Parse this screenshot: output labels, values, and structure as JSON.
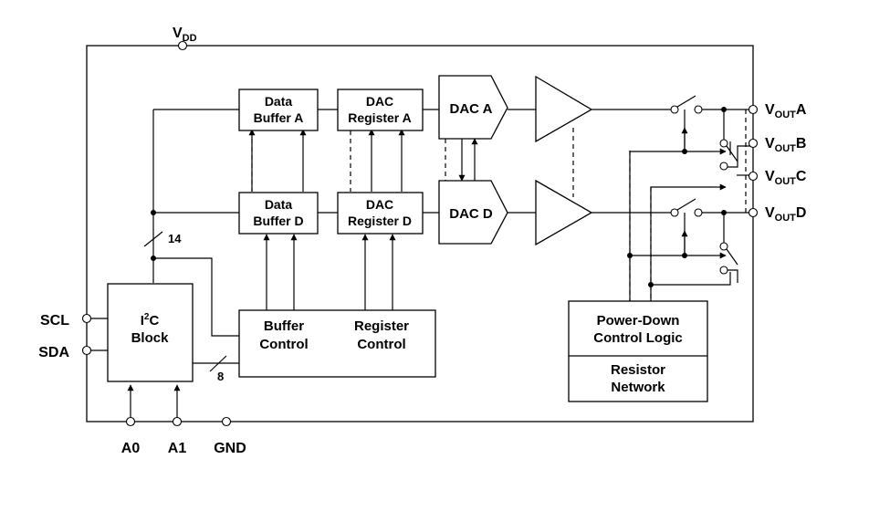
{
  "pins": {
    "vdd_main": "V",
    "vdd_sub": "DD",
    "scl": "SCL",
    "sda": "SDA",
    "a0": "A0",
    "a1": "A1",
    "gnd": "GND",
    "vout_main": "V",
    "vout_sub": "OUT",
    "vout_a_letter": "A",
    "vout_b_letter": "B",
    "vout_c_letter": "C",
    "vout_d_letter": "D"
  },
  "blocks": {
    "data_buffer_a": [
      "Data",
      "Buffer A"
    ],
    "data_buffer_d": [
      "Data",
      "Buffer D"
    ],
    "dac_register_a": [
      "DAC",
      "Register A"
    ],
    "dac_register_d": [
      "DAC",
      "Register D"
    ],
    "dac_a": "DAC A",
    "dac_d": "DAC D",
    "i2c": {
      "prefix": "I",
      "sup": "2",
      "suffix": "C",
      "line2": "Block"
    },
    "buffer_control": [
      "Buffer",
      "Control"
    ],
    "register_control": [
      "Register",
      "Control"
    ],
    "power_down": [
      "Power-Down",
      "Control Logic"
    ],
    "resistor_network": [
      "Resistor",
      "Network"
    ]
  },
  "bus_labels": {
    "bus_14": "14",
    "bus_8": "8"
  }
}
